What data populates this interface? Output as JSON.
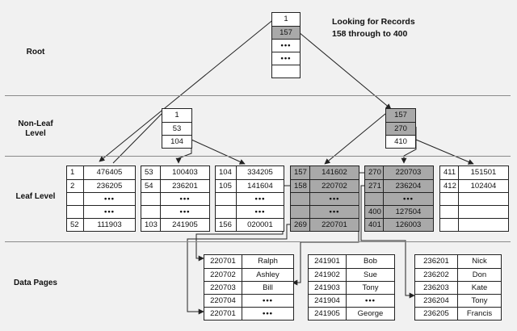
{
  "labels": {
    "root": "Root",
    "nonleaf": "Non-Leaf Level",
    "leaf": "Leaf Level",
    "data": "Data Pages"
  },
  "note": {
    "line1": "Looking for Records",
    "line2": "158 through to 400"
  },
  "root_node": {
    "rows": [
      {
        "text": "1",
        "highlighted": false
      },
      {
        "text": "157",
        "highlighted": true
      },
      {
        "text": "•••",
        "highlighted": false
      },
      {
        "text": "•••",
        "highlighted": false
      },
      {
        "text": "",
        "highlighted": false
      }
    ]
  },
  "nonleaf_nodes": [
    {
      "rows": [
        {
          "text": "1",
          "highlighted": false
        },
        {
          "text": "53",
          "highlighted": false
        },
        {
          "text": "104",
          "highlighted": false
        }
      ]
    },
    {
      "rows": [
        {
          "text": "157",
          "highlighted": true
        },
        {
          "text": "270",
          "highlighted": true
        },
        {
          "text": "410",
          "highlighted": false
        }
      ]
    }
  ],
  "leaf_nodes": [
    {
      "highlighted": false,
      "rows": [
        {
          "key": "1",
          "val": "476405"
        },
        {
          "key": "2",
          "val": "236205"
        },
        {
          "key": "",
          "val": "•••"
        },
        {
          "key": "",
          "val": "•••"
        },
        {
          "key": "52",
          "val": "111903"
        }
      ]
    },
    {
      "highlighted": false,
      "rows": [
        {
          "key": "53",
          "val": "100403"
        },
        {
          "key": "54",
          "val": "236201"
        },
        {
          "key": "",
          "val": "•••"
        },
        {
          "key": "",
          "val": "•••"
        },
        {
          "key": "103",
          "val": "241905"
        }
      ]
    },
    {
      "highlighted": false,
      "rows": [
        {
          "key": "104",
          "val": "334205"
        },
        {
          "key": "105",
          "val": "141604"
        },
        {
          "key": "",
          "val": "•••"
        },
        {
          "key": "",
          "val": "•••"
        },
        {
          "key": "156",
          "val": "020001"
        }
      ]
    },
    {
      "highlighted": true,
      "rows": [
        {
          "key": "157",
          "val": "141602",
          "hl": false
        },
        {
          "key": "158",
          "val": "220702",
          "hl": true
        },
        {
          "key": "",
          "val": "•••",
          "hl": true
        },
        {
          "key": "",
          "val": "•••",
          "hl": true
        },
        {
          "key": "269",
          "val": "220701",
          "hl": true
        }
      ]
    },
    {
      "highlighted": true,
      "rows": [
        {
          "key": "270",
          "val": "220703",
          "hl": true
        },
        {
          "key": "271",
          "val": "236204",
          "hl": true
        },
        {
          "key": "",
          "val": "•••",
          "hl": true
        },
        {
          "key": "400",
          "val": "127504",
          "hl": true
        },
        {
          "key": "401",
          "val": "126003",
          "hl": false
        }
      ]
    },
    {
      "highlighted": false,
      "rows": [
        {
          "key": "411",
          "val": "151501"
        },
        {
          "key": "412",
          "val": "102404"
        },
        {
          "key": "",
          "val": ""
        },
        {
          "key": "",
          "val": ""
        },
        {
          "key": "",
          "val": ""
        }
      ]
    }
  ],
  "data_pages": [
    {
      "rows": [
        {
          "id": "220701",
          "name": "Ralph"
        },
        {
          "id": "220702",
          "name": "Ashley"
        },
        {
          "id": "220703",
          "name": "Bill"
        },
        {
          "id": "220704",
          "name": "•••"
        },
        {
          "id": "220701",
          "name": "•••"
        }
      ]
    },
    {
      "rows": [
        {
          "id": "241901",
          "name": "Bob"
        },
        {
          "id": "241902",
          "name": "Sue"
        },
        {
          "id": "241903",
          "name": "Tony"
        },
        {
          "id": "241904",
          "name": "•••"
        },
        {
          "id": "241905",
          "name": "George"
        }
      ]
    },
    {
      "rows": [
        {
          "id": "236201",
          "name": "Nick"
        },
        {
          "id": "236202",
          "name": "Don"
        },
        {
          "id": "236203",
          "name": "Kate"
        },
        {
          "id": "236204",
          "name": "Tony"
        },
        {
          "id": "236205",
          "name": "Francis"
        }
      ]
    }
  ],
  "colors": {
    "highlight": "#a9a9a9",
    "background": "#f1f1f1",
    "line": "#222222"
  }
}
